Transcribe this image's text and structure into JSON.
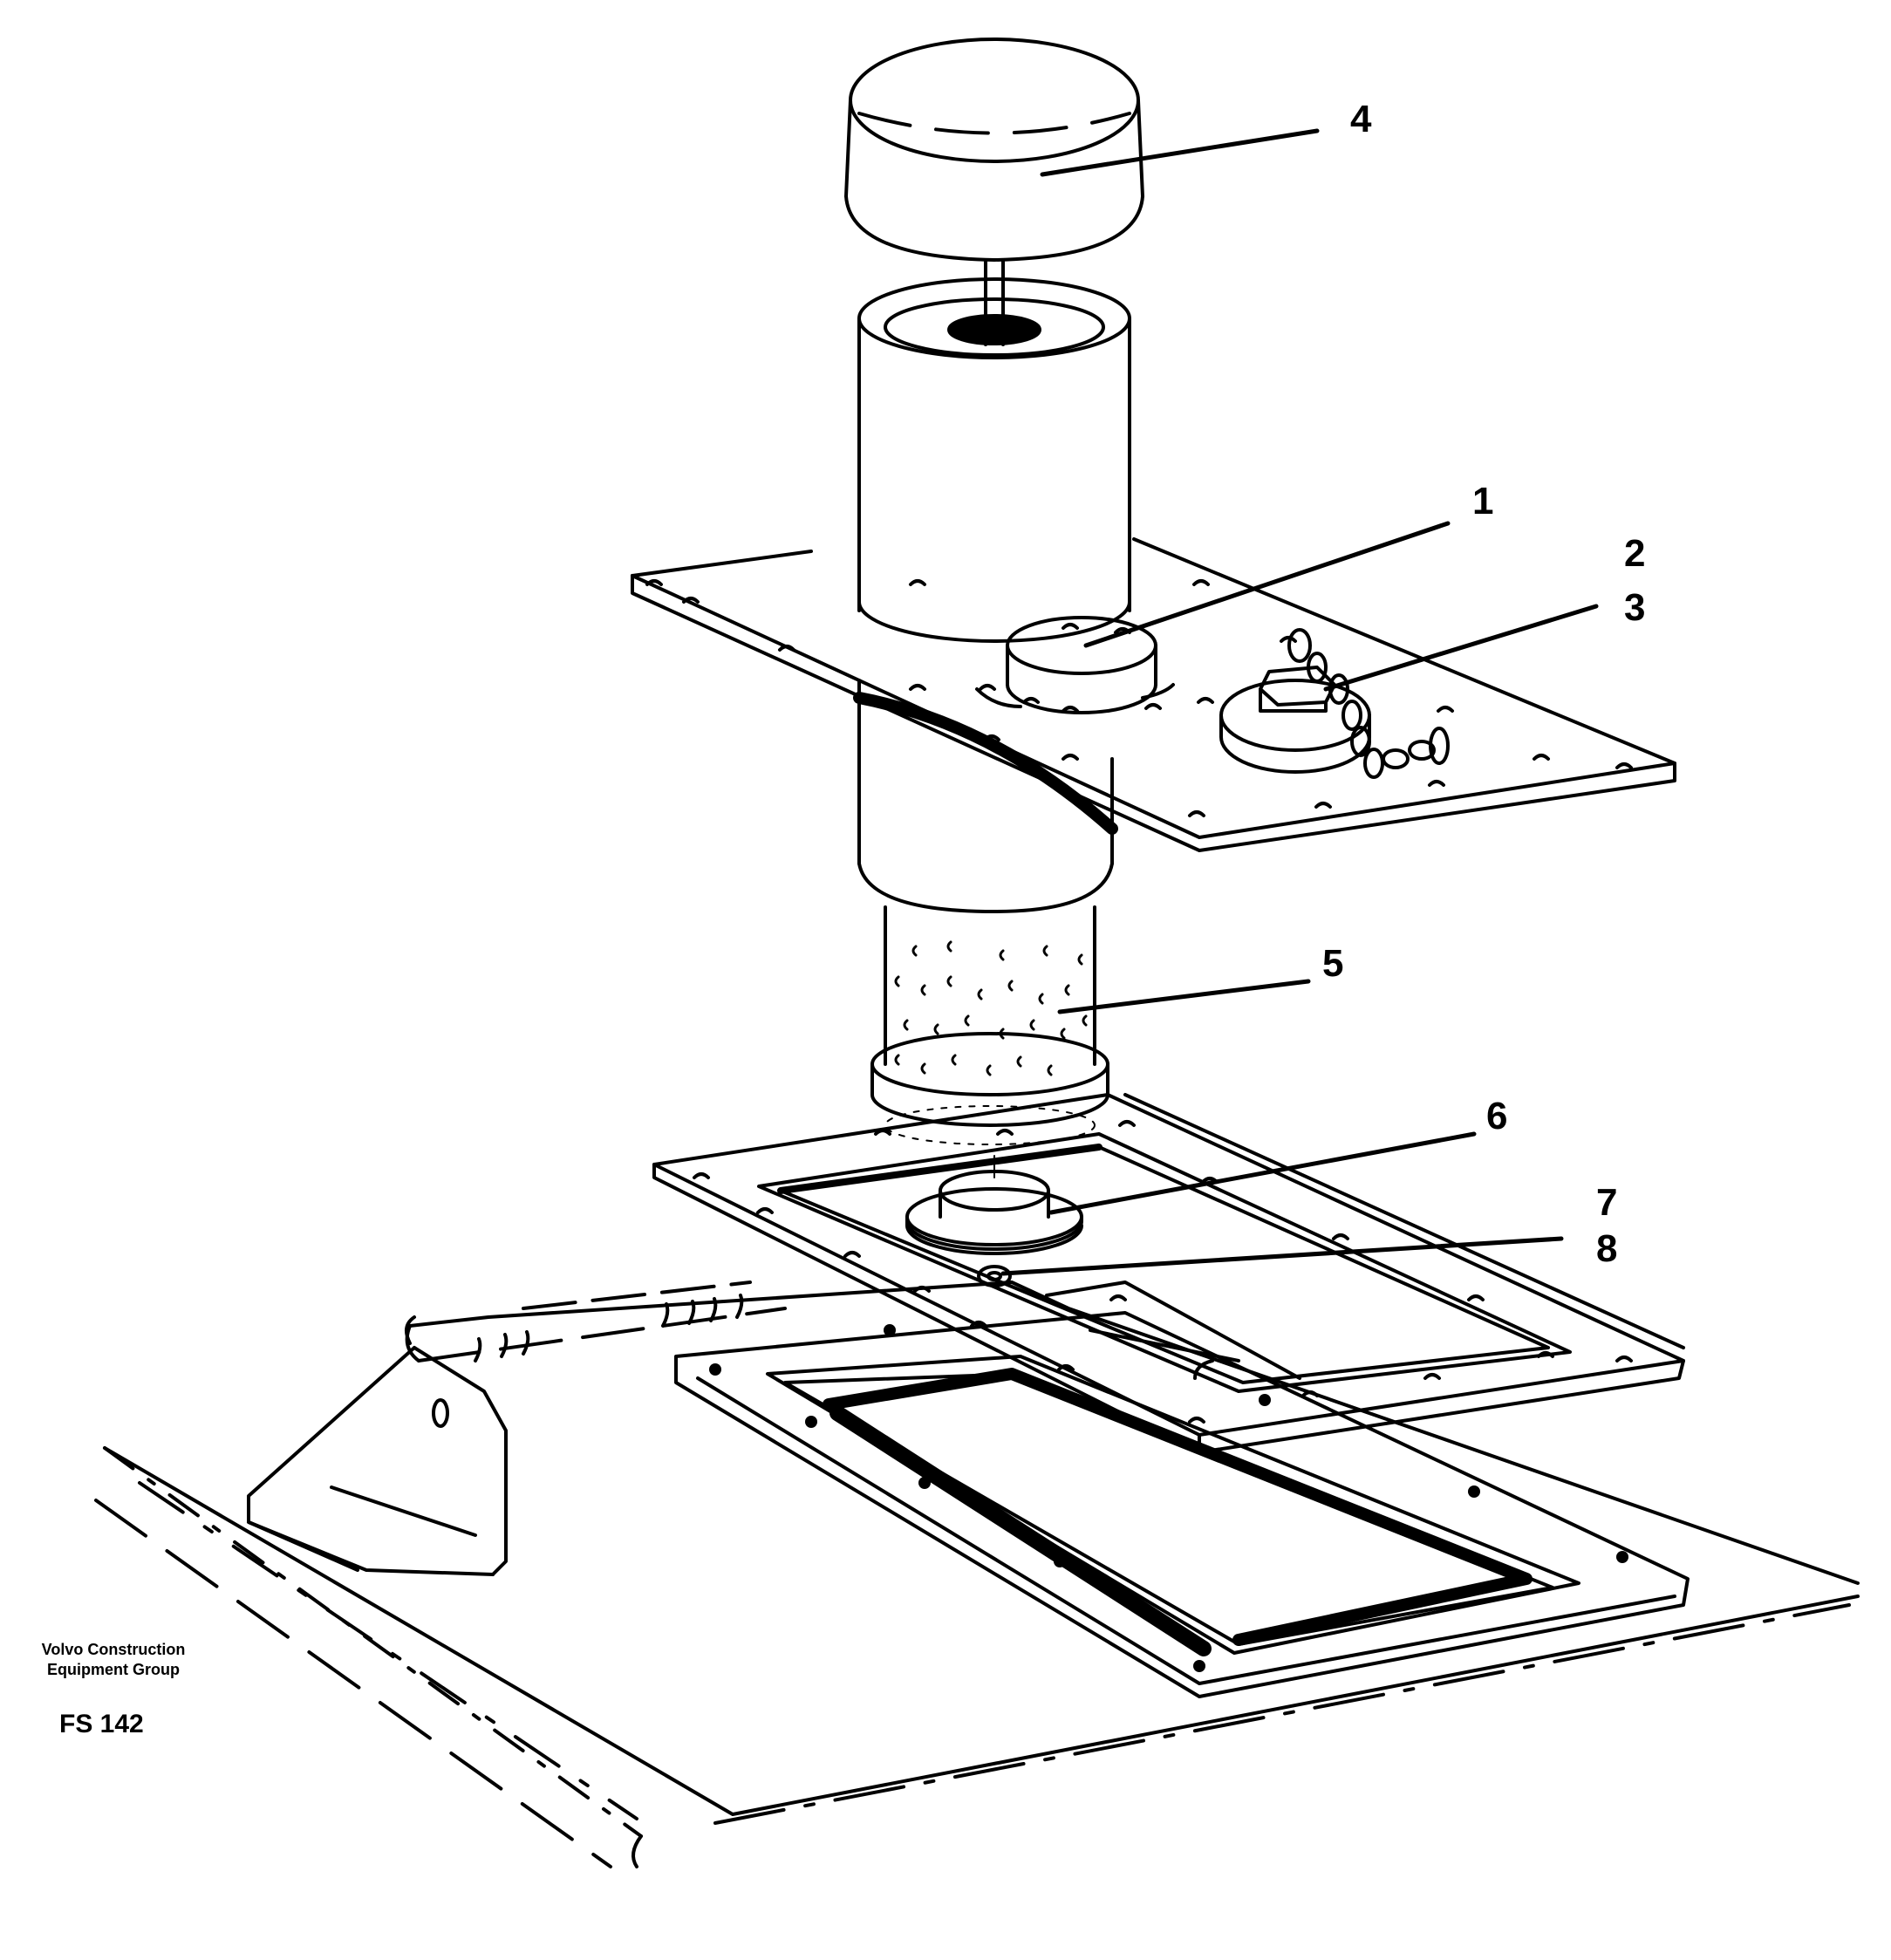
{
  "callouts": {
    "c1": "1",
    "c2": "2",
    "c3": "3",
    "c4": "4",
    "c5": "5",
    "c6": "6",
    "c7": "7",
    "c8": "8"
  },
  "credit": {
    "line1": "Volvo Construction",
    "line2": "Equipment Group",
    "code": "FS 142"
  },
  "colors": {
    "ink": "#000000",
    "paper": "#ffffff"
  }
}
